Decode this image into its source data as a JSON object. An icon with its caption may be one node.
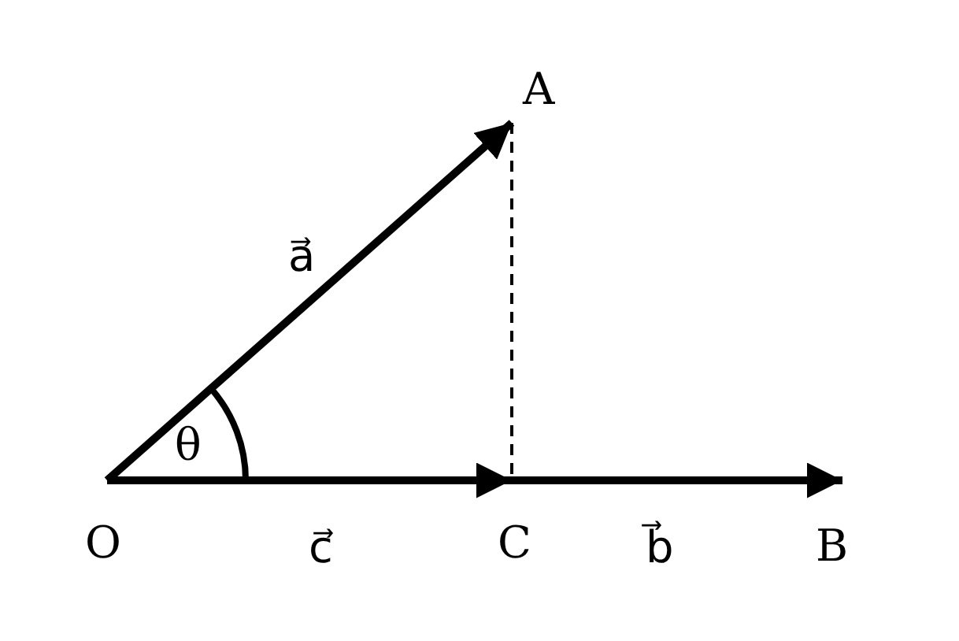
{
  "diagram": {
    "nodes": [
      {
        "text": [
          "O"
        ]
      },
      {
        "text": [
          "A"
        ]
      },
      {
        "text": [
          "C"
        ]
      },
      {
        "text": [
          "B"
        ]
      }
    ],
    "edges": [
      {
        "from": 0,
        "to": 1,
        "arrow": "to",
        "label": "a⃗"
      },
      {
        "from": 0,
        "to": 2,
        "arrow": "to",
        "label": "c⃗"
      },
      {
        "from": 2,
        "to": 3,
        "arrow": "to",
        "label": "b⃗"
      },
      {
        "from": 1,
        "to": 2,
        "arrow": "none",
        "style": "dashed"
      }
    ],
    "labels": [
      "θ"
    ]
  }
}
